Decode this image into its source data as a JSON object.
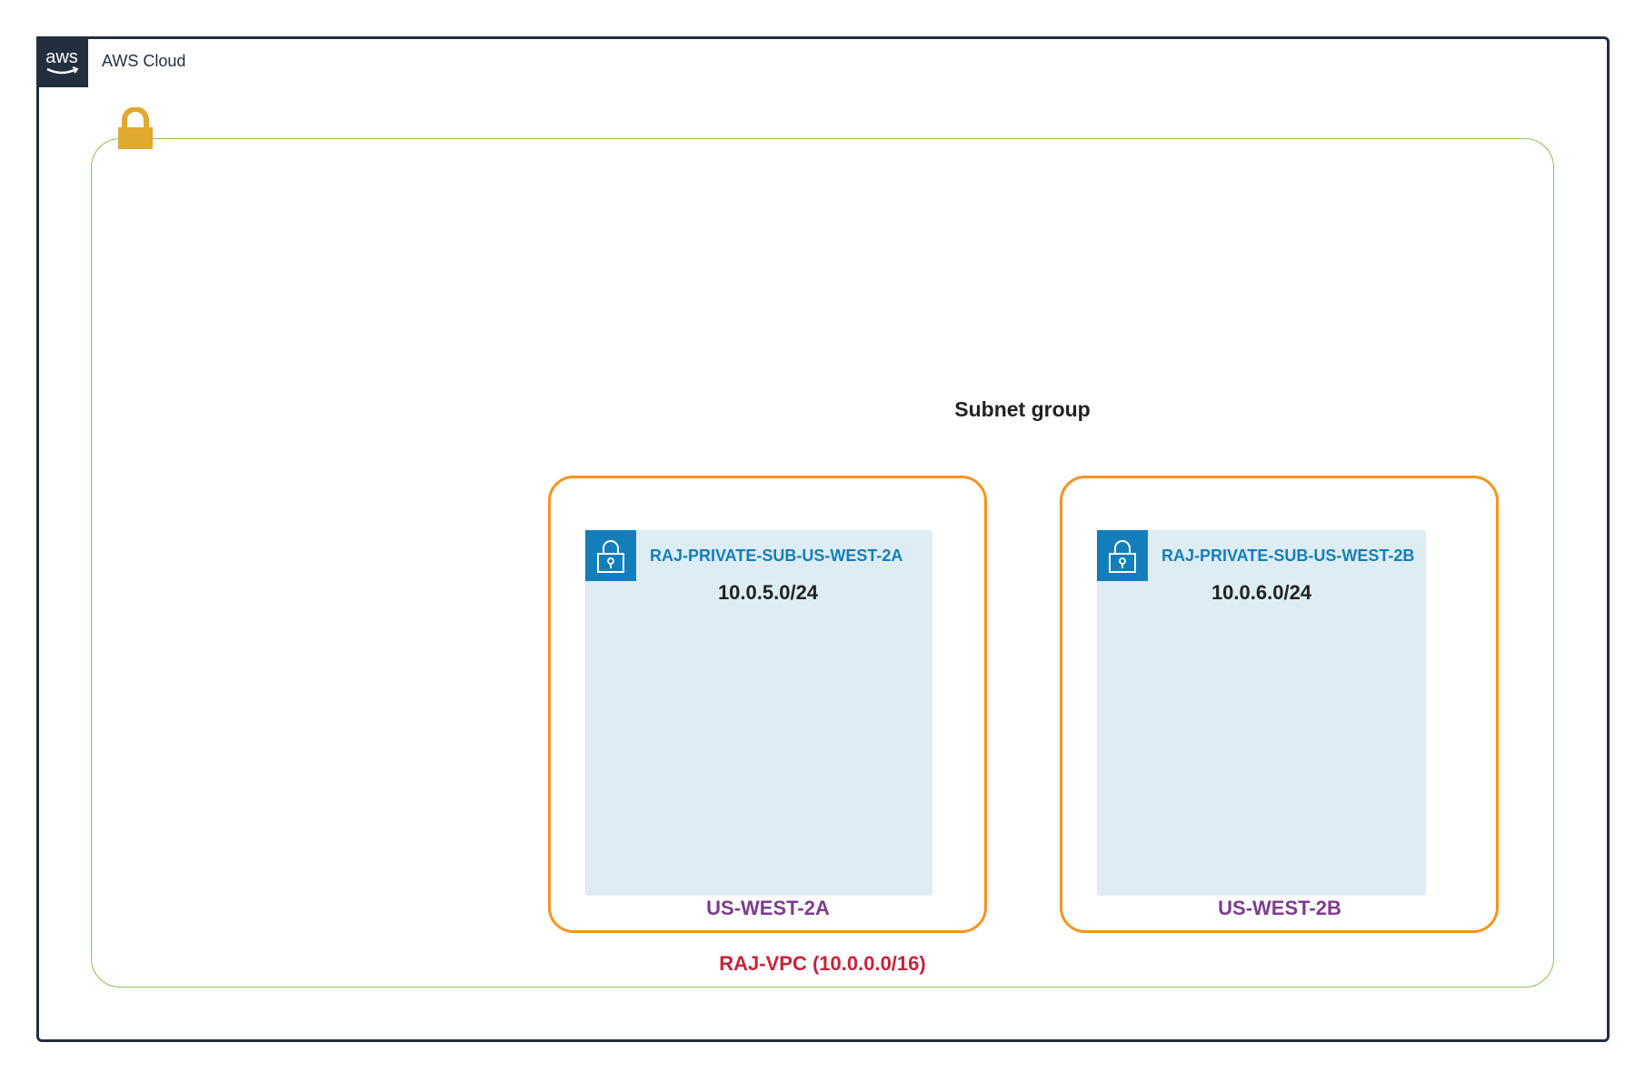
{
  "aws_cloud": {
    "label": "AWS Cloud",
    "logo_text": "aws",
    "border_color": "#232f3e"
  },
  "vpc": {
    "label": "RAJ-VPC (10.0.0.0/16)",
    "border_color": "#8cc05a",
    "lock_color": "#e0a930",
    "label_color": "#c7233a"
  },
  "subnet_group": {
    "label": "Subnet group"
  },
  "availability_zones": [
    {
      "label": "US-WEST-2A",
      "subnet": {
        "name": "RAJ-PRIVATE-SUB-US-WEST-2A",
        "cidr": "10.0.5.0/24",
        "icon": "private-subnet-lock-icon"
      }
    },
    {
      "label": "US-WEST-2B",
      "subnet": {
        "name": "RAJ-PRIVATE-SUB-US-WEST-2B",
        "cidr": "10.0.6.0/24",
        "icon": "private-subnet-lock-icon"
      }
    }
  ],
  "colors": {
    "az_border": "#f7931e",
    "subnet_fill": "#deedf4",
    "subnet_accent": "#147eba",
    "az_label": "#7d3c8e"
  }
}
